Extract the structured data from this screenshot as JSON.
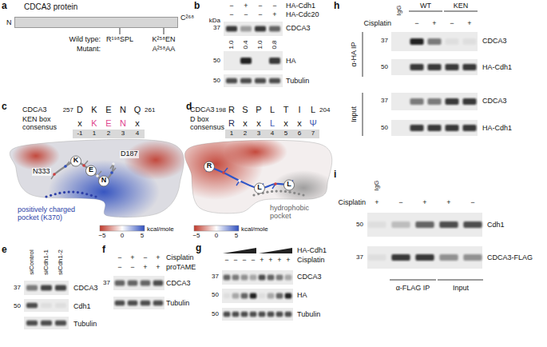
{
  "diagram": {
    "nodes": [
      {
        "text": [
          "CDCA3 protein"
        ]
      },
      {
        "text": [
          "-1",
          "1",
          "2",
          "3",
          "4"
        ]
      },
      {
        "text": [
          "1",
          "2",
          "3",
          "4",
          "5",
          "6",
          "7"
        ]
      }
    ],
    "labels": [
      "a",
      "N",
      "C²⁶⁸",
      "Wild type:",
      "R¹⁹⁸SPL",
      "K²⁵⁸EN",
      "Mutant:",
      "A²⁵⁸AA",
      "b",
      "−",
      "+",
      "−",
      "−",
      "HA-Cdh1",
      "−",
      "−",
      "−",
      "+",
      "HA-Cdc20",
      "kDa",
      "37",
      "CDCA3",
      "1.0",
      "0.4",
      "1.0",
      "0.8",
      "50",
      "HA",
      "50",
      "Tubulin",
      "c",
      "CDCA3",
      "257",
      "D",
      "K",
      "E",
      "N",
      "Q",
      "261",
      "KEN box consensus",
      "x",
      "K",
      "E",
      "N",
      "x",
      "N333",
      "K",
      "E",
      "N",
      "D187",
      "positively charged pocket (K370)",
      "−5",
      "0",
      "5",
      "kcal/mole",
      "d",
      "CDCA3",
      "198",
      "R",
      "S",
      "P",
      "L",
      "T",
      "I",
      "L",
      "204",
      "D box consensus",
      "R",
      "x",
      "x",
      "L",
      "x",
      "x",
      "Ψ",
      "R",
      "L",
      "L",
      "hydrophobic pocket",
      "−5",
      "0",
      "5",
      "kcal/mole",
      "e",
      "siControl",
      "siCdh1-1",
      "siCdh1-2",
      "37",
      "CDCA3",
      "50",
      "Cdh1",
      "Tubulin",
      "f",
      "−",
      "+",
      "−",
      "+",
      "Cisplatin",
      "−",
      "−",
      "+",
      "+",
      "proTAME",
      "37",
      "CDCA3",
      "Tubulin",
      "g",
      "HA-Cdh1",
      "−",
      "−",
      "−",
      "−",
      "+",
      "+",
      "+",
      "+",
      "Cisplatin",
      "37",
      "CDCA3",
      "50",
      "HA",
      "50",
      "Tubulin",
      "h",
      "IgG",
      "WT",
      "KEN",
      "Cisplatin",
      "−",
      "+",
      "−",
      "+",
      "α-HA IP",
      "37",
      "CDCA3",
      "50",
      "HA-Cdh1",
      "Input",
      "37",
      "CDCA3",
      "50",
      "HA-Cdh1",
      "i",
      "IgG",
      "Cisplatin",
      "+",
      "−",
      "+",
      "+",
      "−",
      "50",
      "Cdh1",
      "37",
      "CDCA3-FLAG",
      "α-FLAG IP",
      "Input"
    ]
  }
}
